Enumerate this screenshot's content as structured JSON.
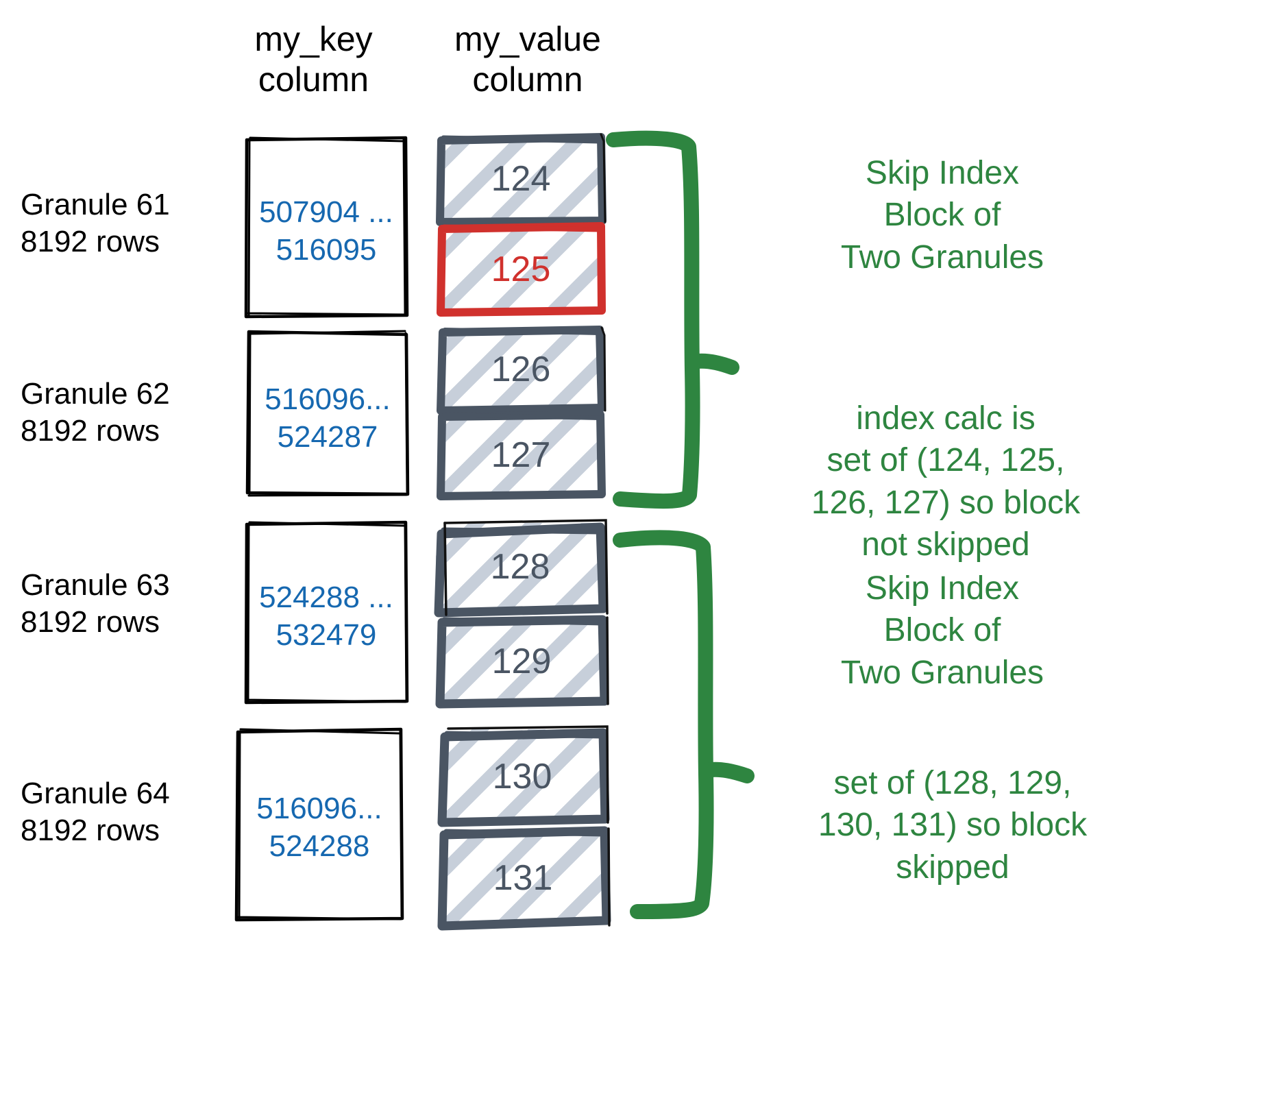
{
  "headers": {
    "key_column": "my_key\ncolumn",
    "value_column": "my_value\ncolumn"
  },
  "colors": {
    "key_text": "#1668b0",
    "value_text": "#4a5563",
    "highlight_red": "#d0312d",
    "annotation_green": "#2e8540",
    "hatch": "#c7cfda",
    "box_outline": "#000000",
    "value_outline": "#4a5563"
  },
  "granules": [
    {
      "label": "Granule 61\n8192 rows",
      "key_range": "507904 ...\n516095",
      "values": [
        {
          "value": "124",
          "highlighted": false
        },
        {
          "value": "125",
          "highlighted": true
        }
      ]
    },
    {
      "label": "Granule 62\n8192 rows",
      "key_range": "516096...\n524287",
      "values": [
        {
          "value": "126",
          "highlighted": false
        },
        {
          "value": "127",
          "highlighted": false
        }
      ]
    },
    {
      "label": "Granule 63\n8192 rows",
      "key_range": "524288 ...\n532479",
      "values": [
        {
          "value": "128",
          "highlighted": false
        },
        {
          "value": "129",
          "highlighted": false
        }
      ]
    },
    {
      "label": "Granule 64\n8192 rows",
      "key_range": "516096...\n524288",
      "values": [
        {
          "value": "130",
          "highlighted": false
        },
        {
          "value": "131",
          "highlighted": false
        }
      ]
    }
  ],
  "annotations": [
    {
      "text": "Skip Index\nBlock of\nTwo Granules"
    },
    {
      "text": "index calc is\nset of (124, 125,\n126, 127) so block\nnot skipped"
    },
    {
      "text": "Skip Index\nBlock of\nTwo Granules"
    },
    {
      "text": "set of (128, 129,\n130, 131) so block\nskipped"
    }
  ]
}
